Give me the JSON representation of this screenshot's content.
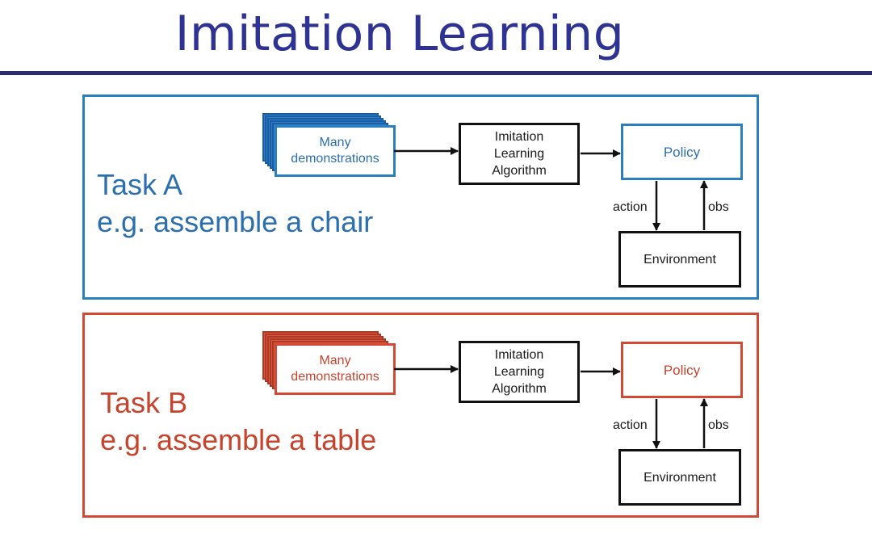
{
  "title": "Imitation Learning",
  "panels": [
    {
      "task": "Task A",
      "example": "e.g. assemble a chair",
      "demonstrations": {
        "line1": "Many",
        "line2": "demonstrations"
      },
      "algorithm": {
        "line1": "Imitation",
        "line2": "Learning",
        "line3": "Algorithm"
      },
      "policy": "Policy",
      "environment": "Environment",
      "action": "action",
      "obs": "obs",
      "accent_color": "#2a7fbf"
    },
    {
      "task": "Task B",
      "example": "e.g. assemble a table",
      "demonstrations": {
        "line1": "Many",
        "line2": "demonstrations"
      },
      "algorithm": {
        "line1": "Imitation",
        "line2": "Learning",
        "line3": "Algorithm"
      },
      "policy": "Policy",
      "environment": "Environment",
      "action": "action",
      "obs": "obs",
      "accent_color": "#d24a33"
    }
  ],
  "colors": {
    "title": "#2e3393",
    "rule": "#2b2d6e",
    "arrow": "#111111"
  }
}
